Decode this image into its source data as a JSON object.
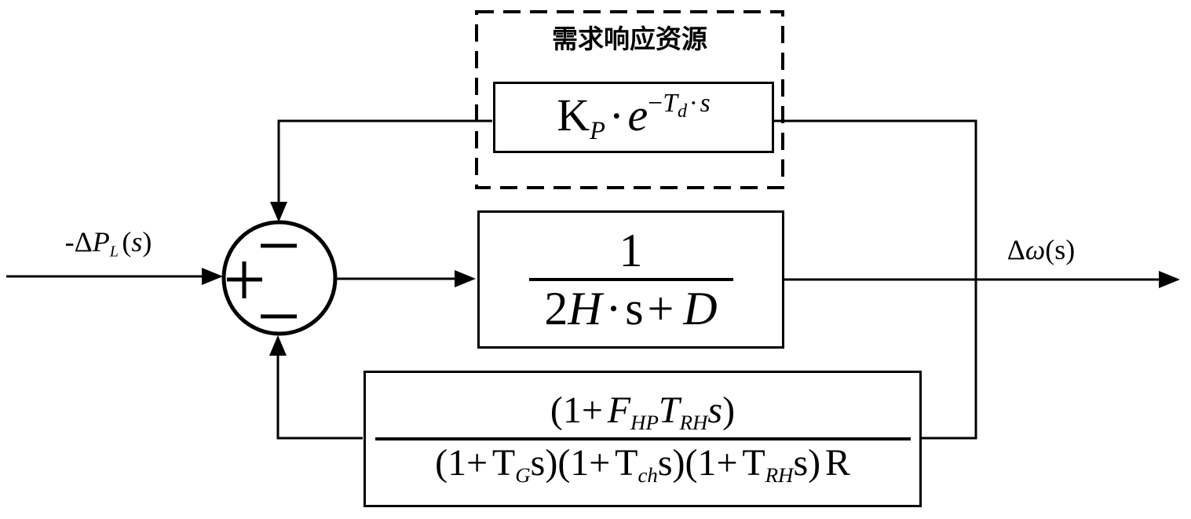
{
  "colors": {
    "background": "#ffffff",
    "line": "#000000",
    "text": "#000000"
  },
  "input_label": {
    "prefix": "-Δ",
    "var": "P",
    "var_sub": "L",
    "open_paren": "(",
    "s": "s",
    "close_paren": ")"
  },
  "output_label": {
    "delta": "Δ",
    "omega": "ω",
    "open_paren": "(",
    "s": "s",
    "close_paren": ")"
  },
  "demand_response": {
    "title": "需求响应资源",
    "formula": {
      "K": "K",
      "K_sub": "P",
      "dot": "·",
      "e": "e",
      "exp_minus": "−",
      "exp_T": "T",
      "exp_T_sub": "d",
      "exp_dot": "·",
      "exp_s": "s"
    }
  },
  "plant": {
    "numerator": "1",
    "denominator": {
      "coef": "2",
      "H": "H",
      "dot": "·",
      "s": "s",
      "plus": "+",
      "D": "D"
    }
  },
  "feedback": {
    "numerator": {
      "open": "(1+",
      "F": "F",
      "F_sub": "HP",
      "T": "T",
      "T_sub": "RH",
      "s": "s",
      "close": ")"
    },
    "denominator": {
      "t1_open": "(1+",
      "t1_T": "T",
      "t1_sub": "G",
      "t1_s": "s",
      "t1_close": ")",
      "t2_open": "(1+",
      "t2_T": "T",
      "t2_sub": "ch",
      "t2_s": "s",
      "t2_close": ")",
      "t3_open": "(1+",
      "t3_T": "T",
      "t3_sub": "RH",
      "t3_s": "s",
      "t3_close": ")",
      "R": "R"
    }
  },
  "summing_junction": {
    "left_sign": "+",
    "top_sign": "−",
    "bottom_sign": "−"
  }
}
